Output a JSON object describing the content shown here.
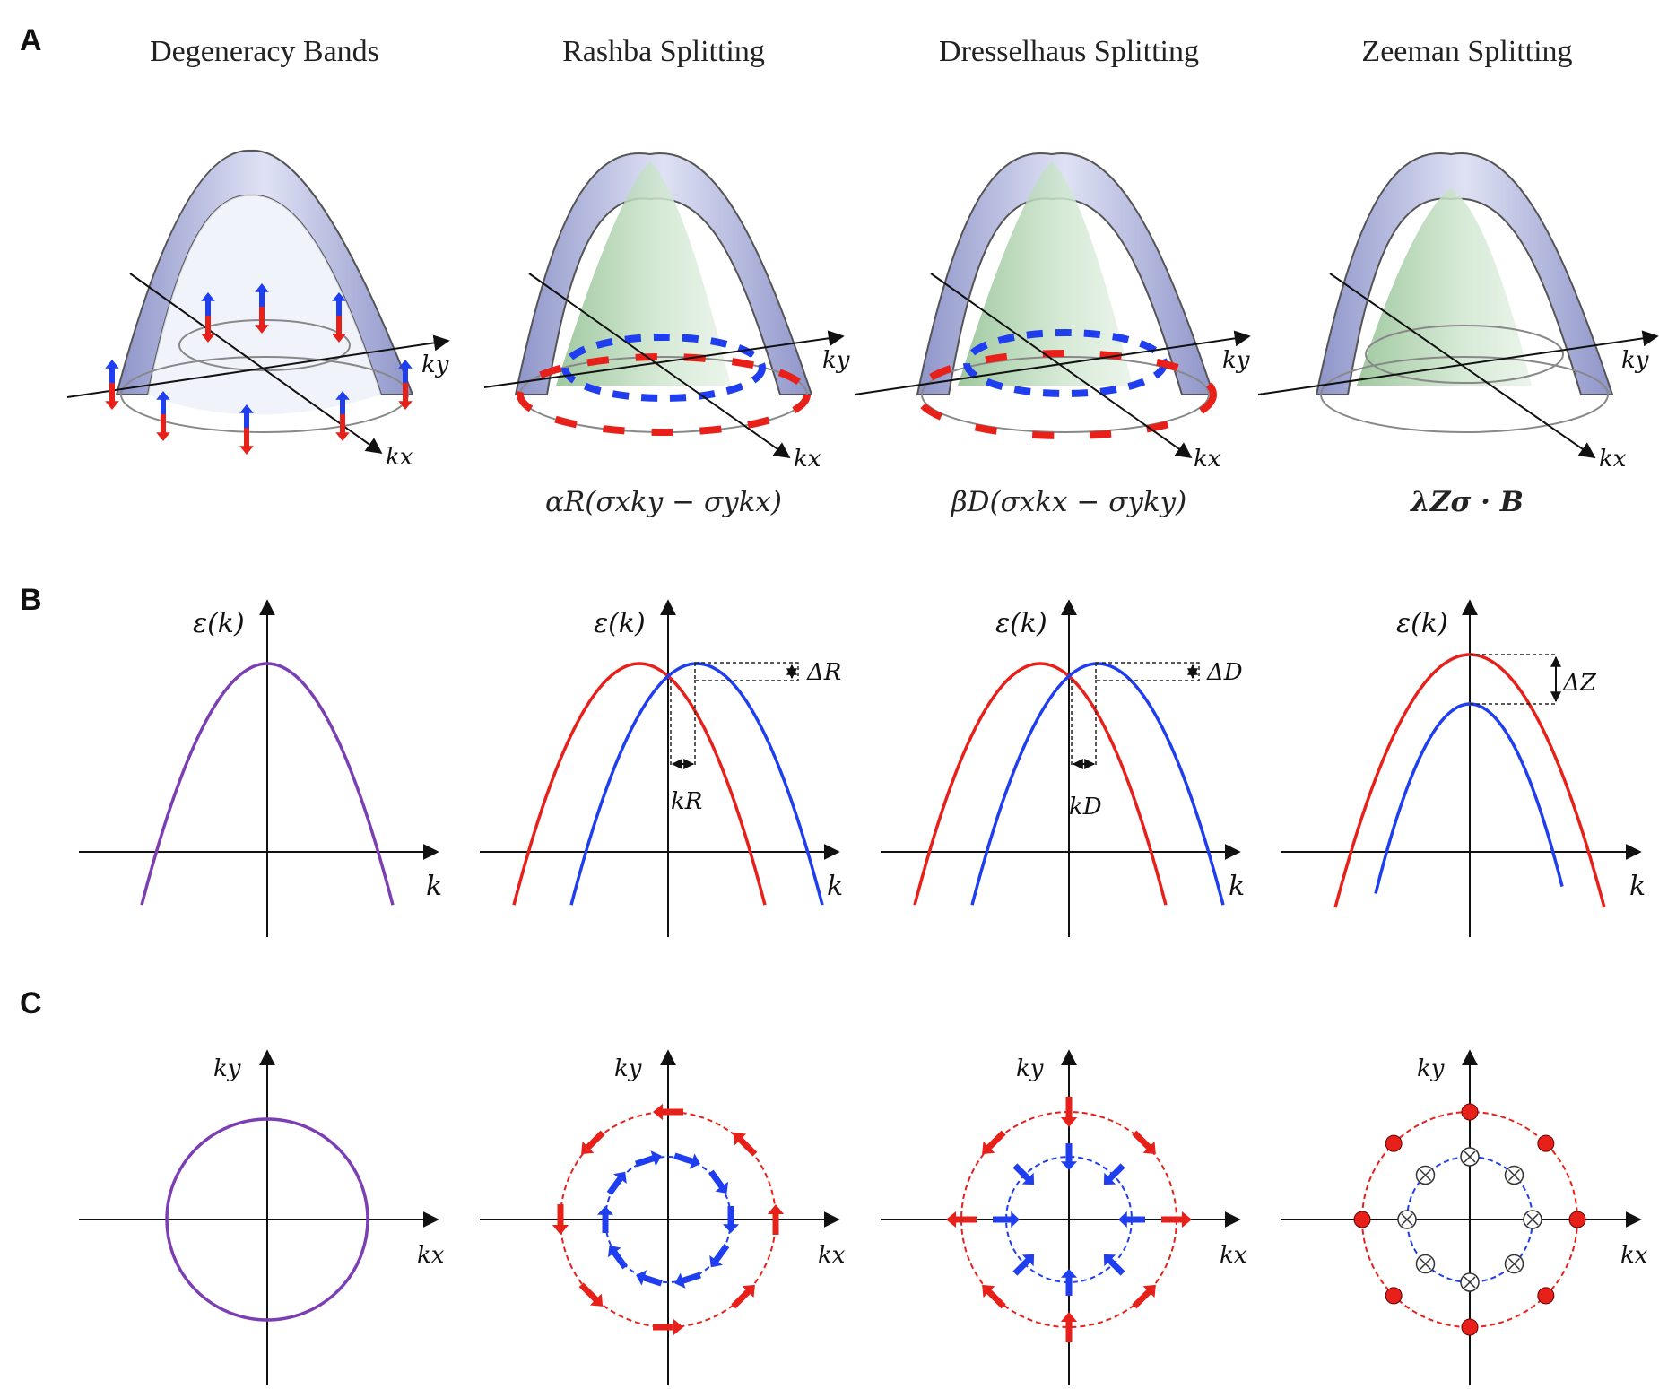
{
  "panels": {
    "A": "A",
    "B": "B",
    "C": "C"
  },
  "columns": [
    {
      "title": "Degeneracy Bands",
      "formula": ""
    },
    {
      "title": "Rashba Splitting",
      "formula": "αR(σxky − σykx)"
    },
    {
      "title": "Dresselhaus Splitting",
      "formula": "βD(σxkx − σyky)"
    },
    {
      "title": "Zeeman Splitting",
      "formula": "λZσ · B"
    }
  ],
  "axis_labels": {
    "energy": "ε(k)",
    "k": "k",
    "kx": "kx",
    "ky": "ky"
  },
  "band_labels": {
    "delta_R": "ΔR",
    "delta_D": "ΔD",
    "delta_Z": "ΔZ",
    "k_R": "kR",
    "k_D": "kD"
  },
  "colors": {
    "degenerate": "#7b3fb3",
    "spin_up_band": "#e8201a",
    "spin_down_band": "#1f3ef0",
    "band_surface": "#b9bddf",
    "inner_surface": "#a9cfa9",
    "axis": "#111111"
  },
  "icons": {
    "spin_out_of_plane": "circle-times-icon",
    "spin_arrow": "arrow-icon"
  }
}
